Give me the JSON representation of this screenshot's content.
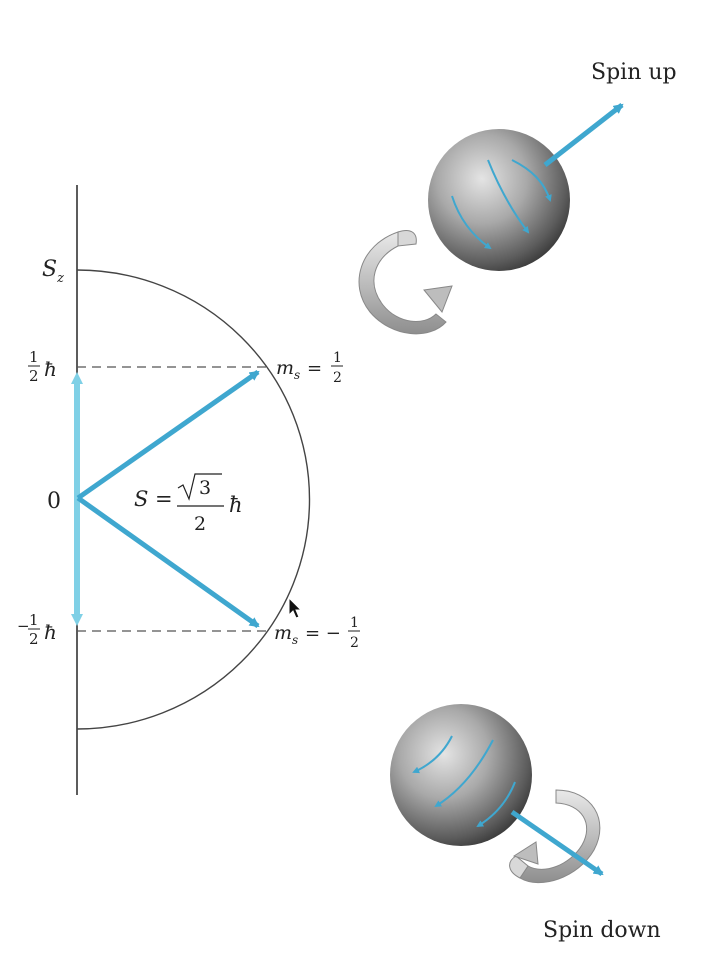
{
  "axis": {
    "label_main": "S",
    "label_sub": "z",
    "zero": "0"
  },
  "levels": {
    "up": {
      "coef_num": "1",
      "coef_den": "2",
      "hbar": "ħ"
    },
    "down": {
      "sign": "−",
      "coef_num": "1",
      "coef_den": "2",
      "hbar": "ħ"
    }
  },
  "vector_label": {
    "lhs": "S =",
    "sqrt_arg": "3",
    "den": "2",
    "hbar": "ħ"
  },
  "ms_up": {
    "m": "m",
    "sub": "s",
    "eq": "=",
    "num": "1",
    "den": "2"
  },
  "ms_down": {
    "m": "m",
    "sub": "s",
    "eq": "= −",
    "num": "1",
    "den": "2"
  },
  "spin_up_label": "Spin up",
  "spin_down_label": "Spin down",
  "colors": {
    "vector": "#3fa7cf",
    "z_component": "#7fd0e6",
    "sphere_light": "#d2d2d2",
    "sphere_dark": "#555555",
    "ribbon": "#c7c7c7"
  }
}
